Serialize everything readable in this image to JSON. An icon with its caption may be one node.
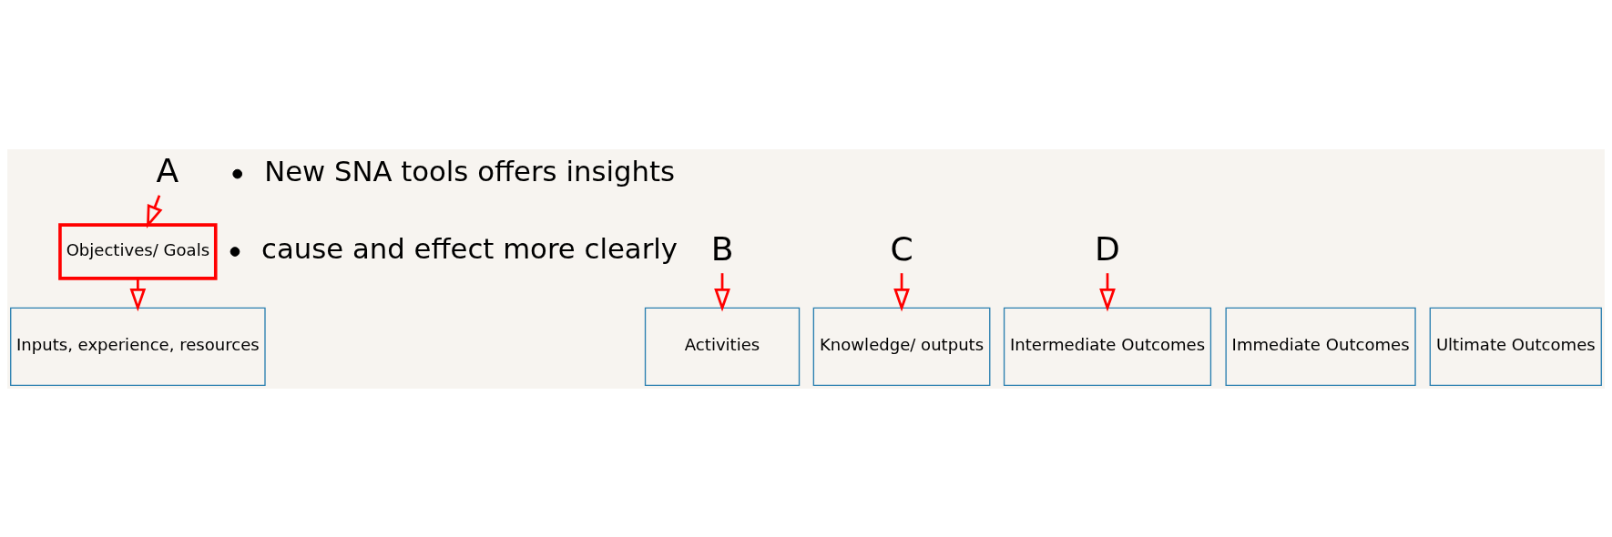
{
  "diagram": {
    "nodes": [
      {
        "text": [
          "A"
        ]
      },
      {
        "text": [
          "Objectives/ Goals"
        ]
      },
      {
        "text": [
          "B"
        ]
      },
      {
        "text": [
          "C"
        ]
      },
      {
        "text": [
          "D"
        ]
      },
      {
        "text": [
          "Inputs, experience, resources"
        ]
      },
      {
        "text": [
          "Activities"
        ]
      },
      {
        "text": [
          "Knowledge/ outputs"
        ]
      },
      {
        "text": [
          "Immediate Outcomes"
        ]
      },
      {
        "text": [
          "Intermediate Outcomes"
        ]
      },
      {
        "text": [
          "Ultimate Outcomes"
        ]
      }
    ],
    "edges": [
      {
        "from": 0,
        "to": 1,
        "arrow": "to"
      },
      {
        "from": 1,
        "to": 5,
        "arrow": "to"
      },
      {
        "from": 2,
        "to": 6,
        "arrow": "to"
      },
      {
        "from": 3,
        "to": 7,
        "arrow": "to"
      },
      {
        "from": 4,
        "to": 9,
        "arrow": "to"
      }
    ],
    "labels": [
      "cause and effect more clearly",
      "New SNA tools offers insights"
    ]
  }
}
